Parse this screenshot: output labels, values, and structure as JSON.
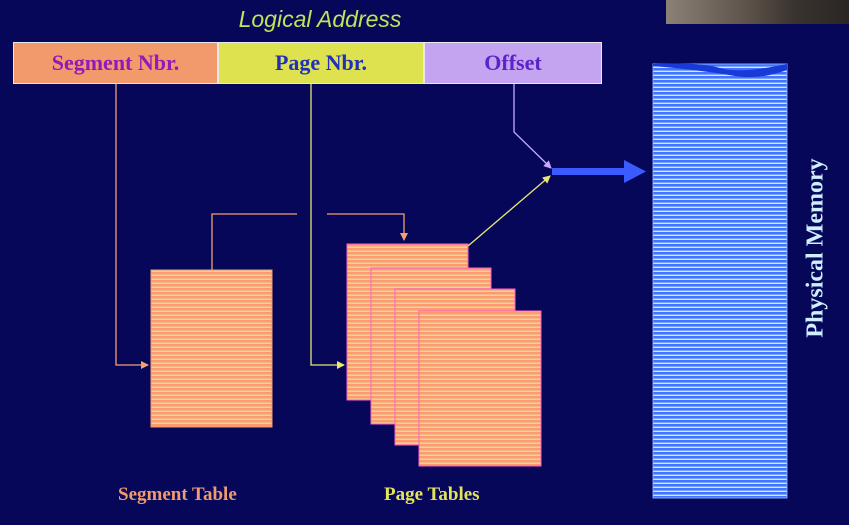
{
  "diagram": {
    "title": "Logical Address",
    "address_fields": {
      "segment": "Segment Nbr.",
      "page": "Page Nbr.",
      "offset": "Offset"
    },
    "segment_table_label": "Segment Table",
    "page_tables_label": "Page Tables",
    "physical_memory_label": "Physical Memory"
  },
  "colors": {
    "background": "#07075a",
    "segment": "#f29a6c",
    "page": "#dde24e",
    "offset": "#c4a3f0",
    "memory": "#3f75ff",
    "arrow": "#3a5cff"
  }
}
